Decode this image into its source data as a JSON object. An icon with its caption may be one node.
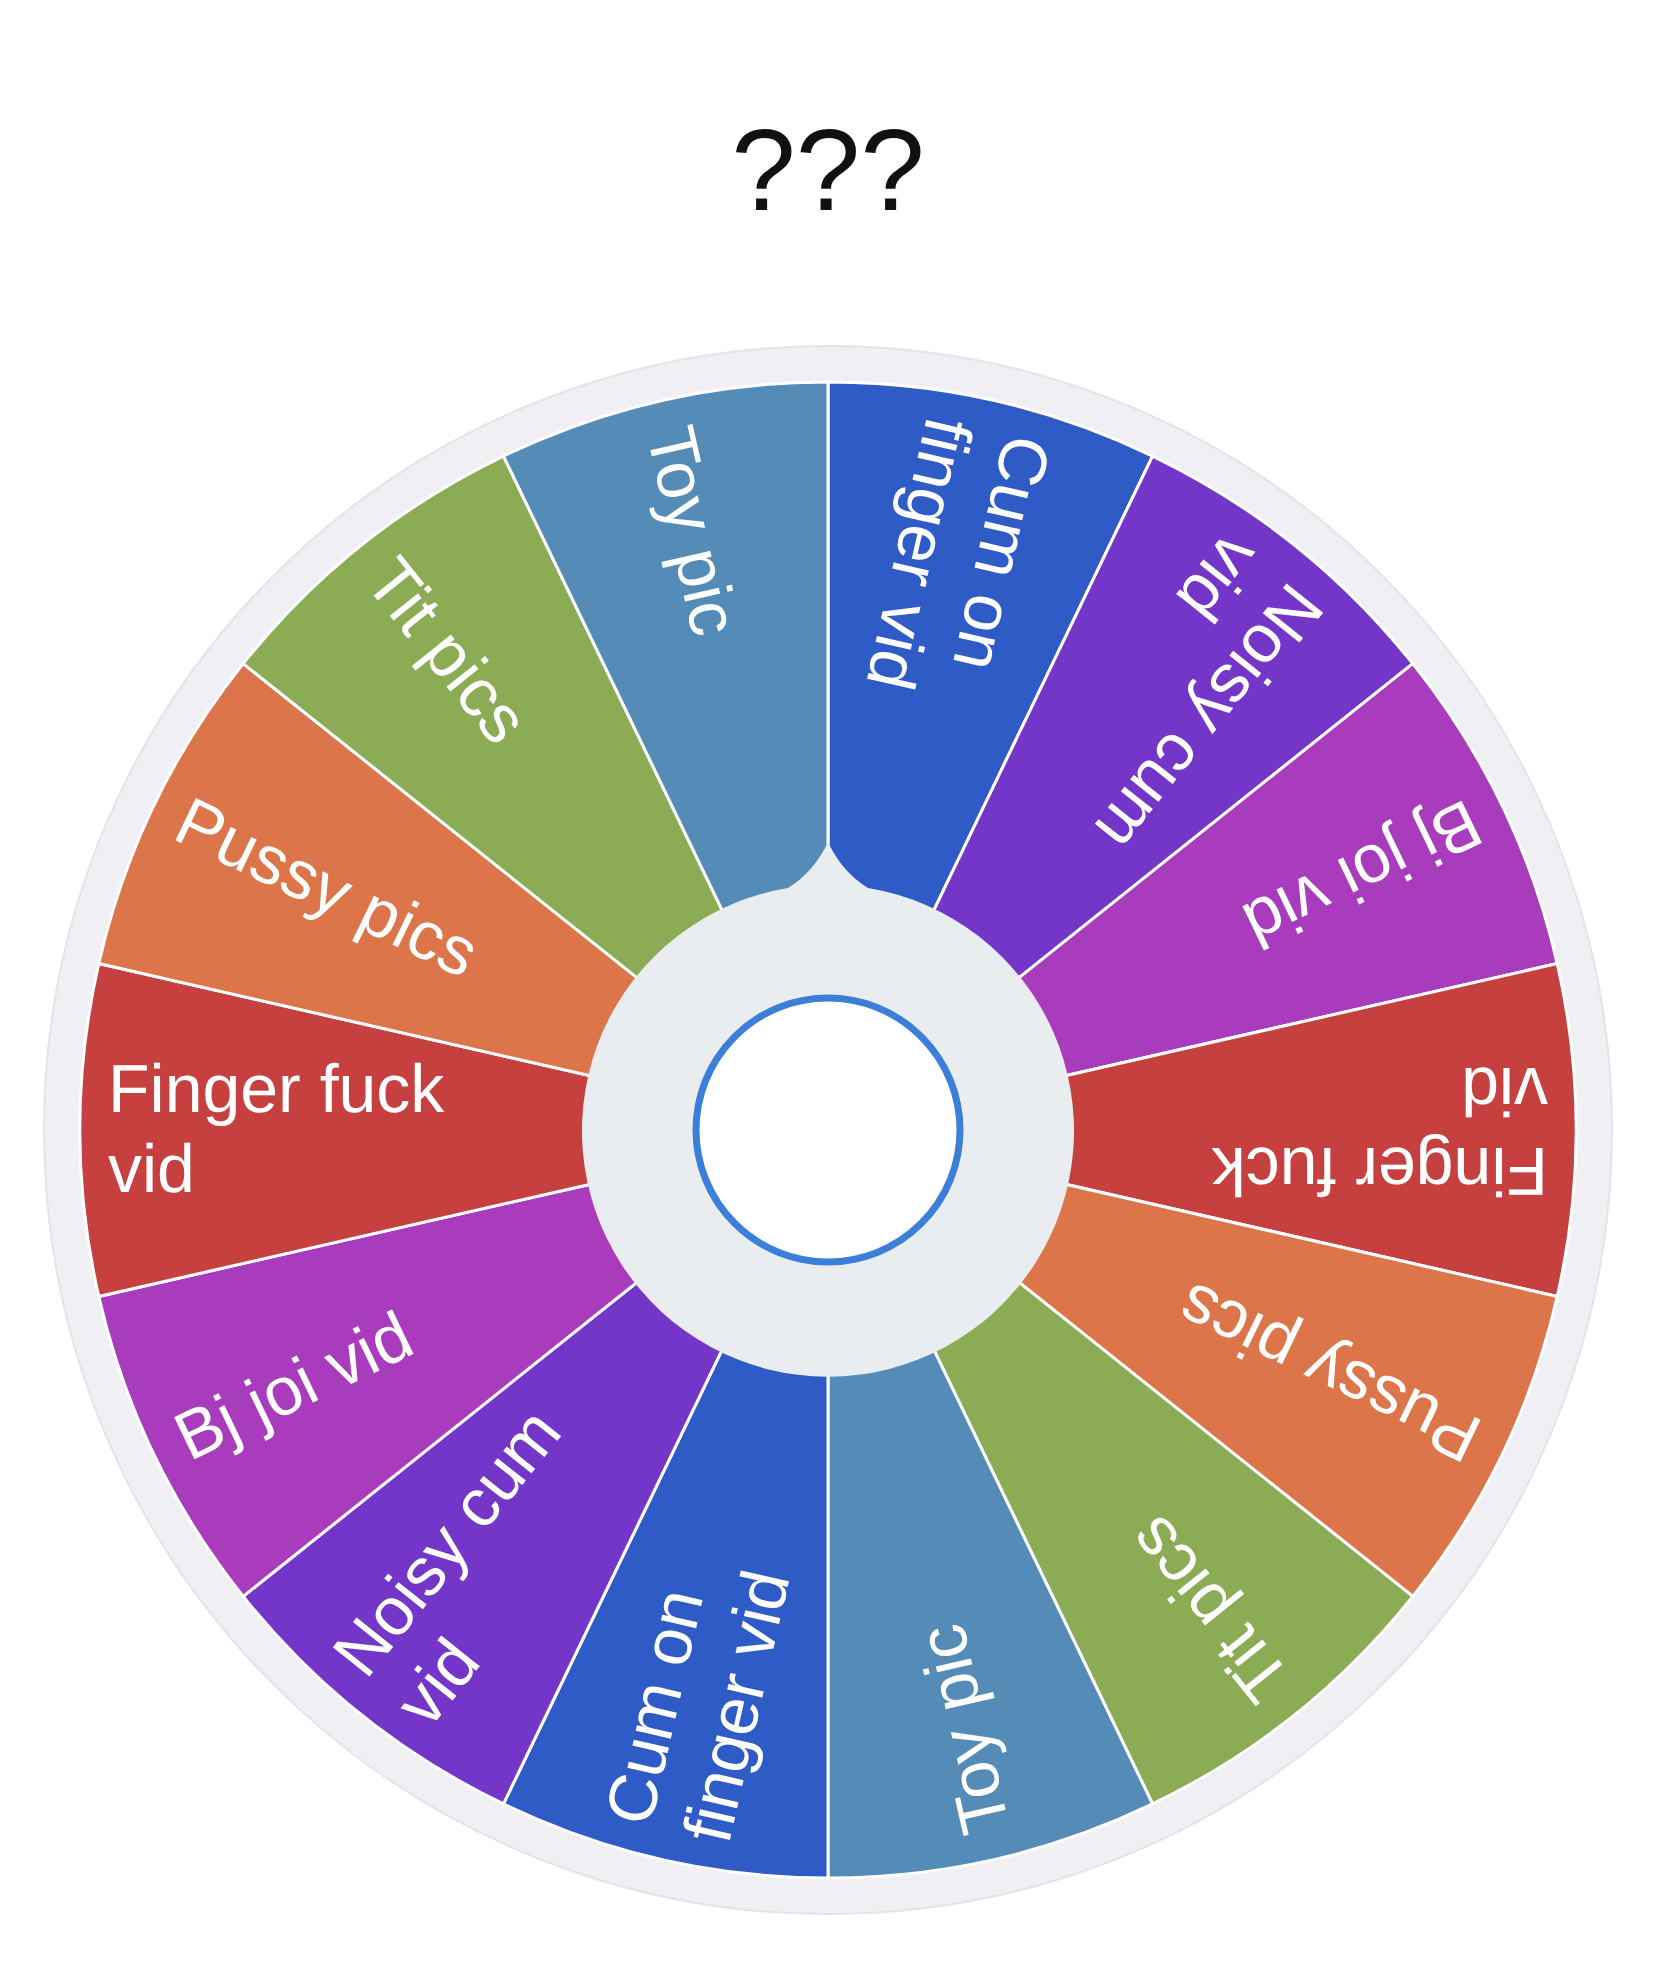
{
  "diagram": {
    "title": "???",
    "nodes": [
      {
        "text": [
          "Cum on finger vid"
        ]
      },
      {
        "text": [
          "Noisy cum vid"
        ]
      },
      {
        "text": [
          "Bj joi vid"
        ]
      },
      {
        "text": [
          "Finger fuck vid"
        ]
      },
      {
        "text": [
          "Pussy pics"
        ]
      },
      {
        "text": [
          "Tit pics"
        ]
      },
      {
        "text": [
          "Toy pic"
        ]
      },
      {
        "text": [
          "Cum on finger vid"
        ]
      },
      {
        "text": [
          "Noisy cum vid"
        ]
      },
      {
        "text": [
          "Bj joi vid"
        ]
      },
      {
        "text": [
          "Finger fuck vid"
        ]
      },
      {
        "text": [
          "Pussy pics"
        ]
      },
      {
        "text": [
          "Tit pics"
        ]
      },
      {
        "text": [
          "Toy pic"
        ]
      }
    ]
  }
}
